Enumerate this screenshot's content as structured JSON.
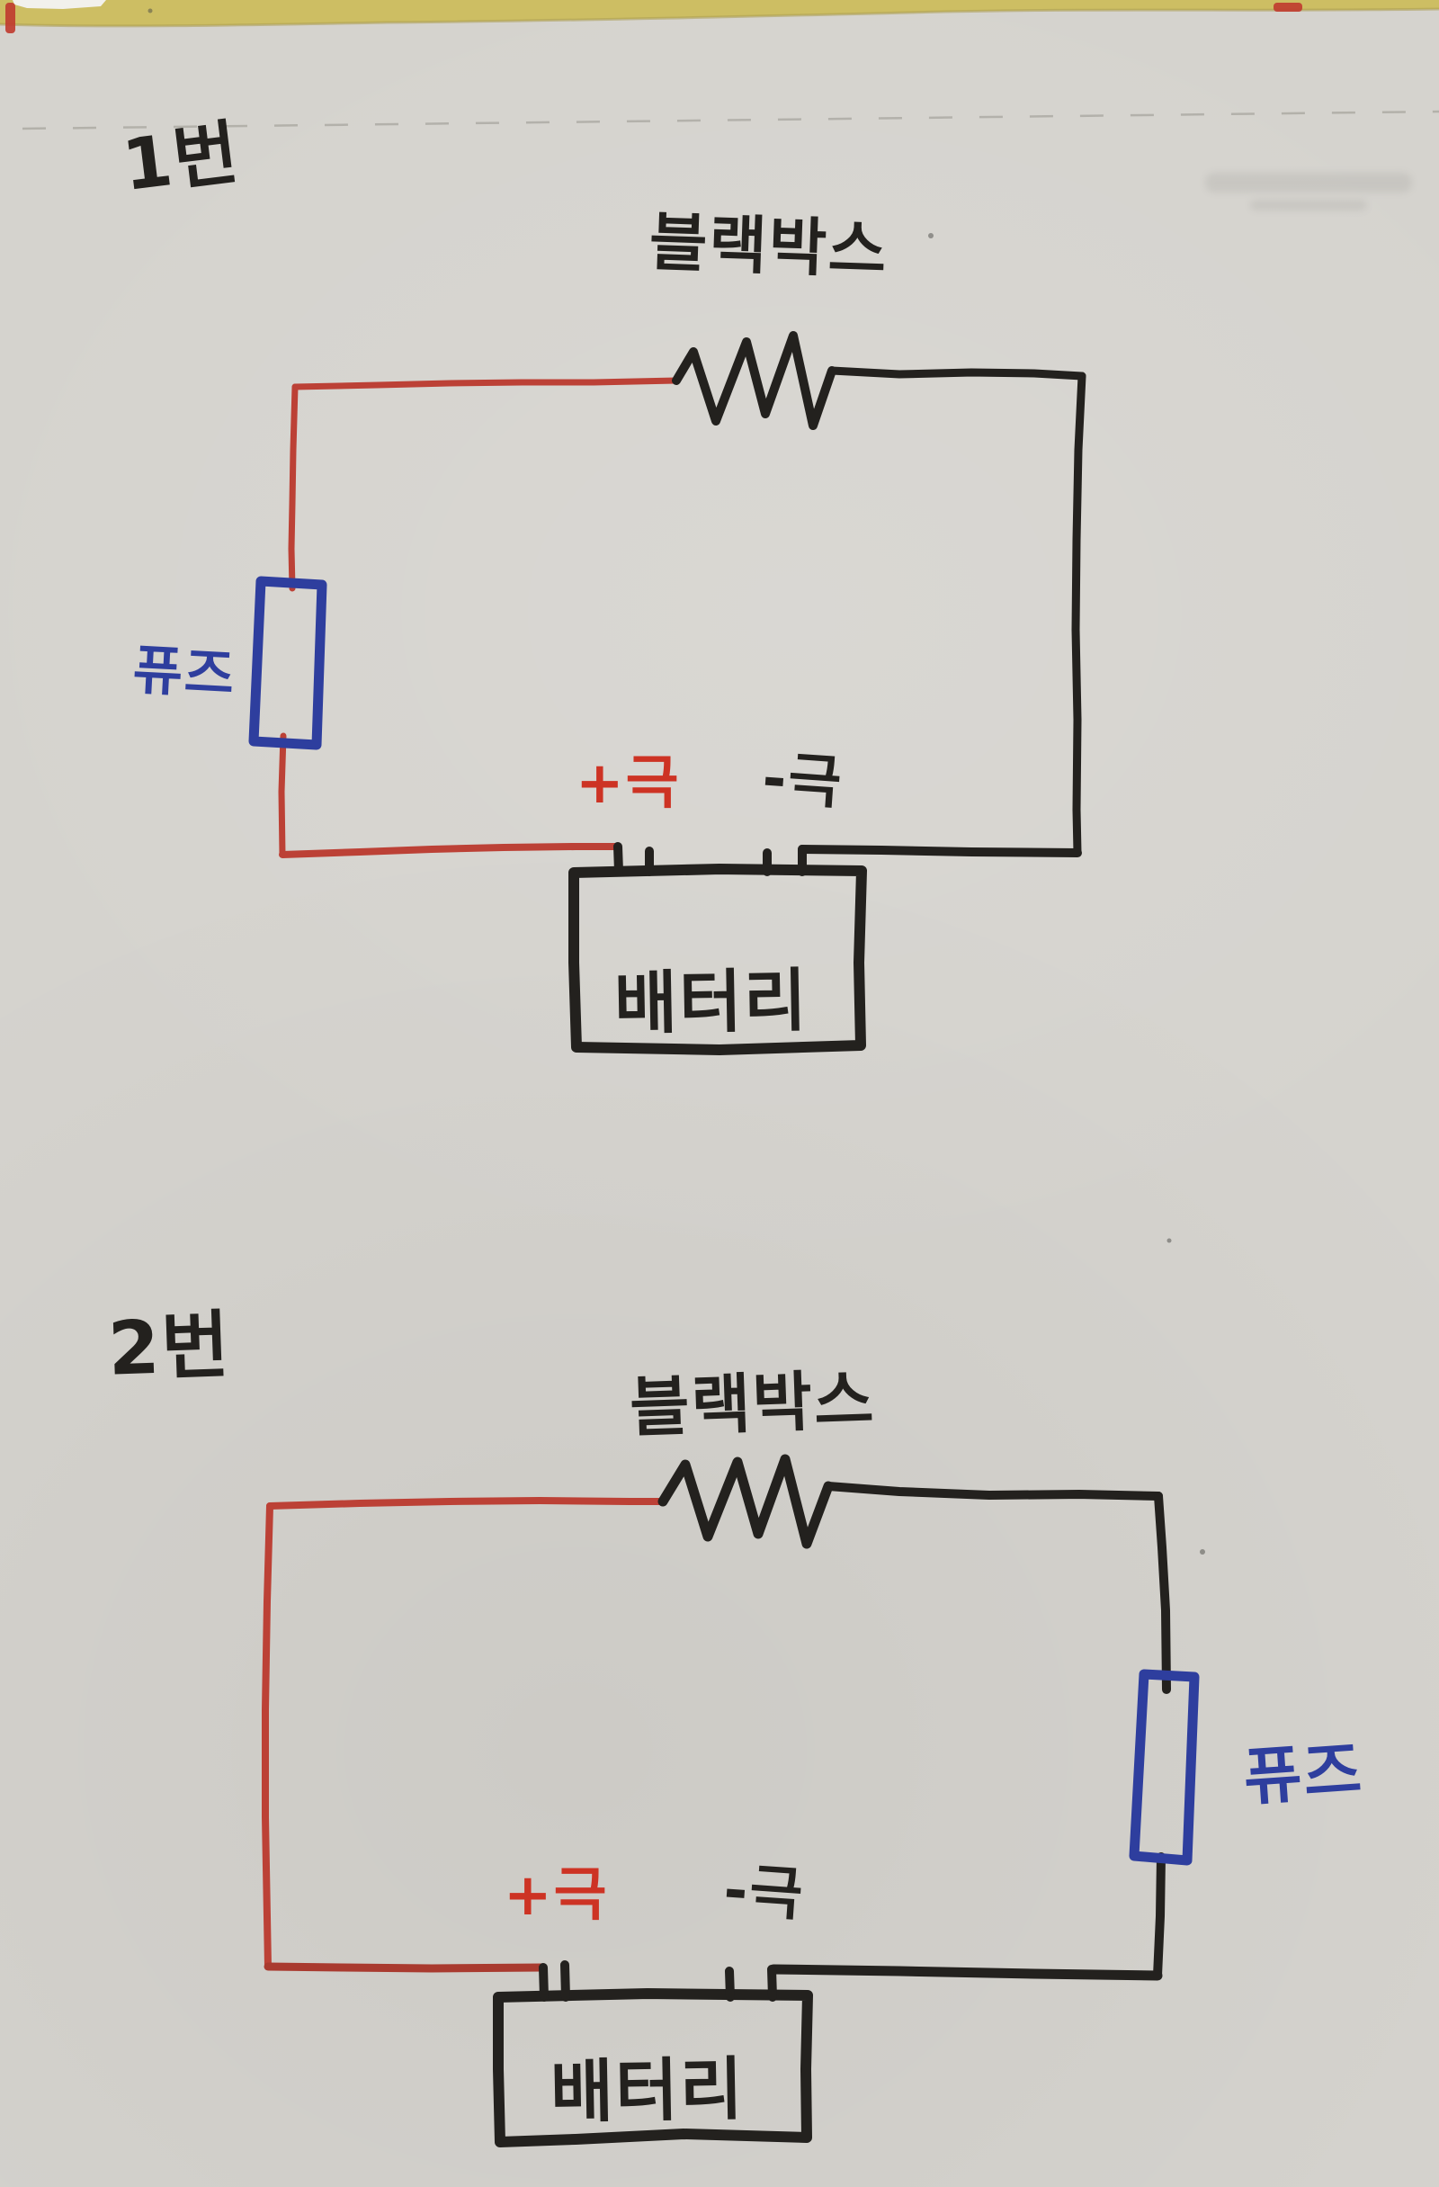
{
  "page": {
    "description": "Two hand-drawn automotive circuit diagrams on gray notepad paper",
    "paper_color": "#d5d3ce",
    "binding_strip_color": "#cdbe63"
  },
  "colors": {
    "ink_black": "#23211e",
    "wire_red": "#bc4136",
    "plus_red": "#cd3324",
    "fuse_blue": "#2e3e9e",
    "perforation_gray": "#a8a69f"
  },
  "circuit1": {
    "number": "1번",
    "blackbox_label": "블랙박스",
    "fuse_label": "퓨즈",
    "plus_terminal": "+극",
    "minus_terminal": "-극",
    "battery_label": "배터리",
    "fuse_side": "left",
    "wiring": "red wire from battery + terminal through fuse to black box resistor; black wire from resistor to battery - terminal"
  },
  "circuit2": {
    "number": "2번",
    "blackbox_label": "블랙박스",
    "fuse_label": "퓨즈",
    "plus_terminal": "+극",
    "minus_terminal": "-극",
    "battery_label": "배터리",
    "fuse_side": "right",
    "wiring": "red wire from battery + terminal to black box resistor; black wire from resistor through fuse to battery - terminal"
  }
}
